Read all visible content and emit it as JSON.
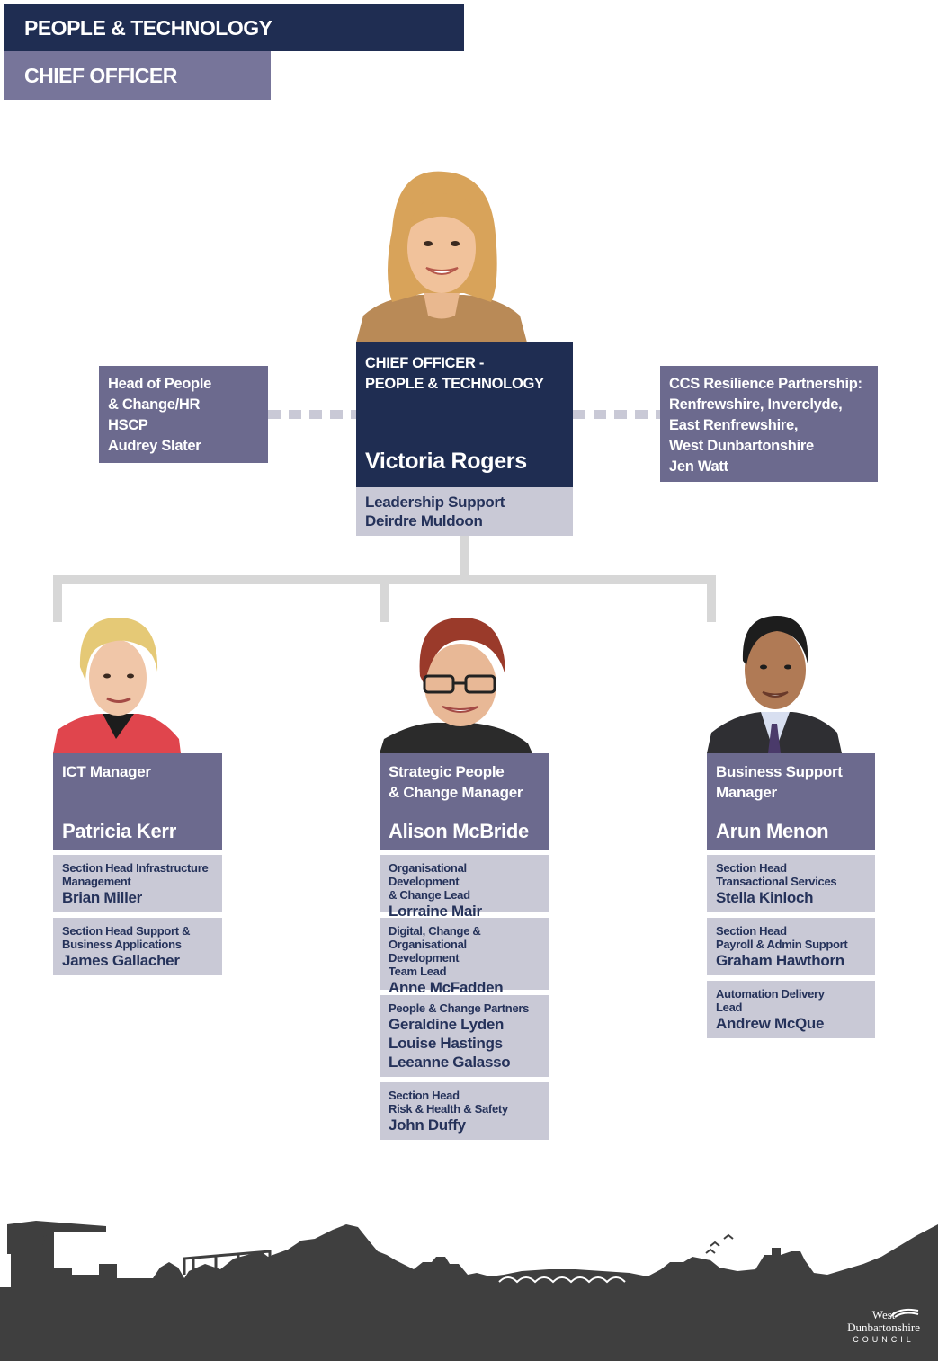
{
  "header": {
    "title": "PEOPLE & TECHNOLOGY",
    "subtitle": "CHIEF OFFICER"
  },
  "chief": {
    "role_line1": "CHIEF OFFICER -",
    "role_line2": "PEOPLE & TECHNOLOGY",
    "name": "Victoria Rogers",
    "support_role": "Leadership Support",
    "support_name": "Deirdre Muldoon"
  },
  "left_partner": {
    "lines": [
      "Head of People",
      "& Change/HR",
      "HSCP",
      "Audrey Slater"
    ]
  },
  "right_partner": {
    "lines": [
      "CCS Resilience Partnership:",
      "Renfrewshire, Inverclyde,",
      "East Renfrewshire,",
      "West Dunbartonshire",
      "Jen Watt"
    ]
  },
  "managers": [
    {
      "role_lines": [
        "ICT Manager"
      ],
      "name": "Patricia Kerr",
      "reports": [
        {
          "role_lines": [
            "Section Head Infrastructure",
            "Management"
          ],
          "names": [
            "Brian Miller"
          ]
        },
        {
          "role_lines": [
            "Section Head Support &",
            "Business Applications"
          ],
          "names": [
            "James Gallacher"
          ]
        }
      ]
    },
    {
      "role_lines": [
        "Strategic People",
        "& Change Manager"
      ],
      "name": "Alison McBride",
      "reports": [
        {
          "role_lines": [
            "Organisational Development",
            "& Change Lead"
          ],
          "names": [
            "Lorraine Mair"
          ]
        },
        {
          "role_lines": [
            "Digital, Change &",
            "Organisational Development",
            "Team Lead"
          ],
          "names": [
            "Anne McFadden"
          ]
        },
        {
          "role_lines": [
            "People & Change Partners"
          ],
          "names": [
            "Geraldine Lyden",
            "Louise Hastings",
            "Leeanne Galasso"
          ]
        },
        {
          "role_lines": [
            "Section Head",
            "Risk & Health & Safety"
          ],
          "names": [
            "John Duffy"
          ]
        }
      ]
    },
    {
      "role_lines": [
        "Business Support",
        "Manager"
      ],
      "name": "Arun Menon",
      "reports": [
        {
          "role_lines": [
            "Section Head",
            "Transactional Services"
          ],
          "names": [
            "Stella Kinloch"
          ]
        },
        {
          "role_lines": [
            "Section Head",
            "Payroll & Admin Support"
          ],
          "names": [
            "Graham Hawthorn"
          ]
        },
        {
          "role_lines": [
            "Automation Delivery",
            "Lead"
          ],
          "names": [
            "Andrew McQue"
          ]
        }
      ]
    }
  ],
  "logo": {
    "line1": "West",
    "line2": "Dunbartonshire",
    "line3": "COUNCIL"
  },
  "colors": {
    "navy": "#1f2d52",
    "purple": "#6c6a8e",
    "lavender": "#c9c9d6",
    "connector": "#d7d7d7",
    "skyline": "#3f3f3f"
  }
}
